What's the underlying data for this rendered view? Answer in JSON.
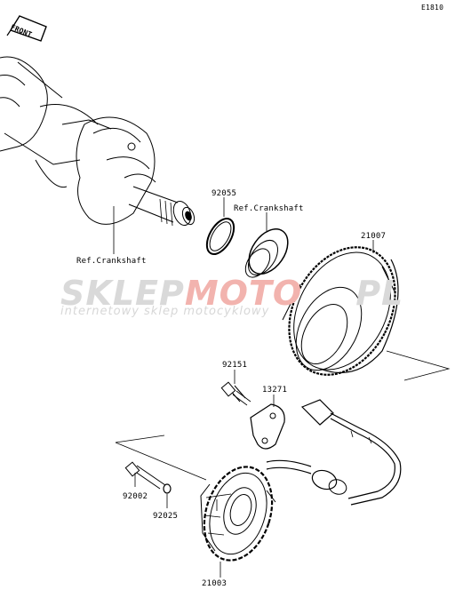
{
  "diagram_code": "E1810",
  "front_marker": "FRONT",
  "labels": {
    "p92055": "92055",
    "ref_crankshaft_top": "Ref.Crankshaft",
    "ref_crankshaft_left": "Ref.Crankshaft",
    "p21007": "21007",
    "p92151": "92151",
    "p13271": "13271",
    "p92002": "92002",
    "p92025": "92025",
    "p21003": "21003"
  },
  "watermark": {
    "part1": "SKLEP",
    "part2": "MOTO",
    "part3": "PL",
    "tagline": "internetowy sklep motocyklowy"
  },
  "colors": {
    "line": "#000000",
    "watermark_gray": "#d9d9d9",
    "watermark_red": "#f2b3ae"
  }
}
